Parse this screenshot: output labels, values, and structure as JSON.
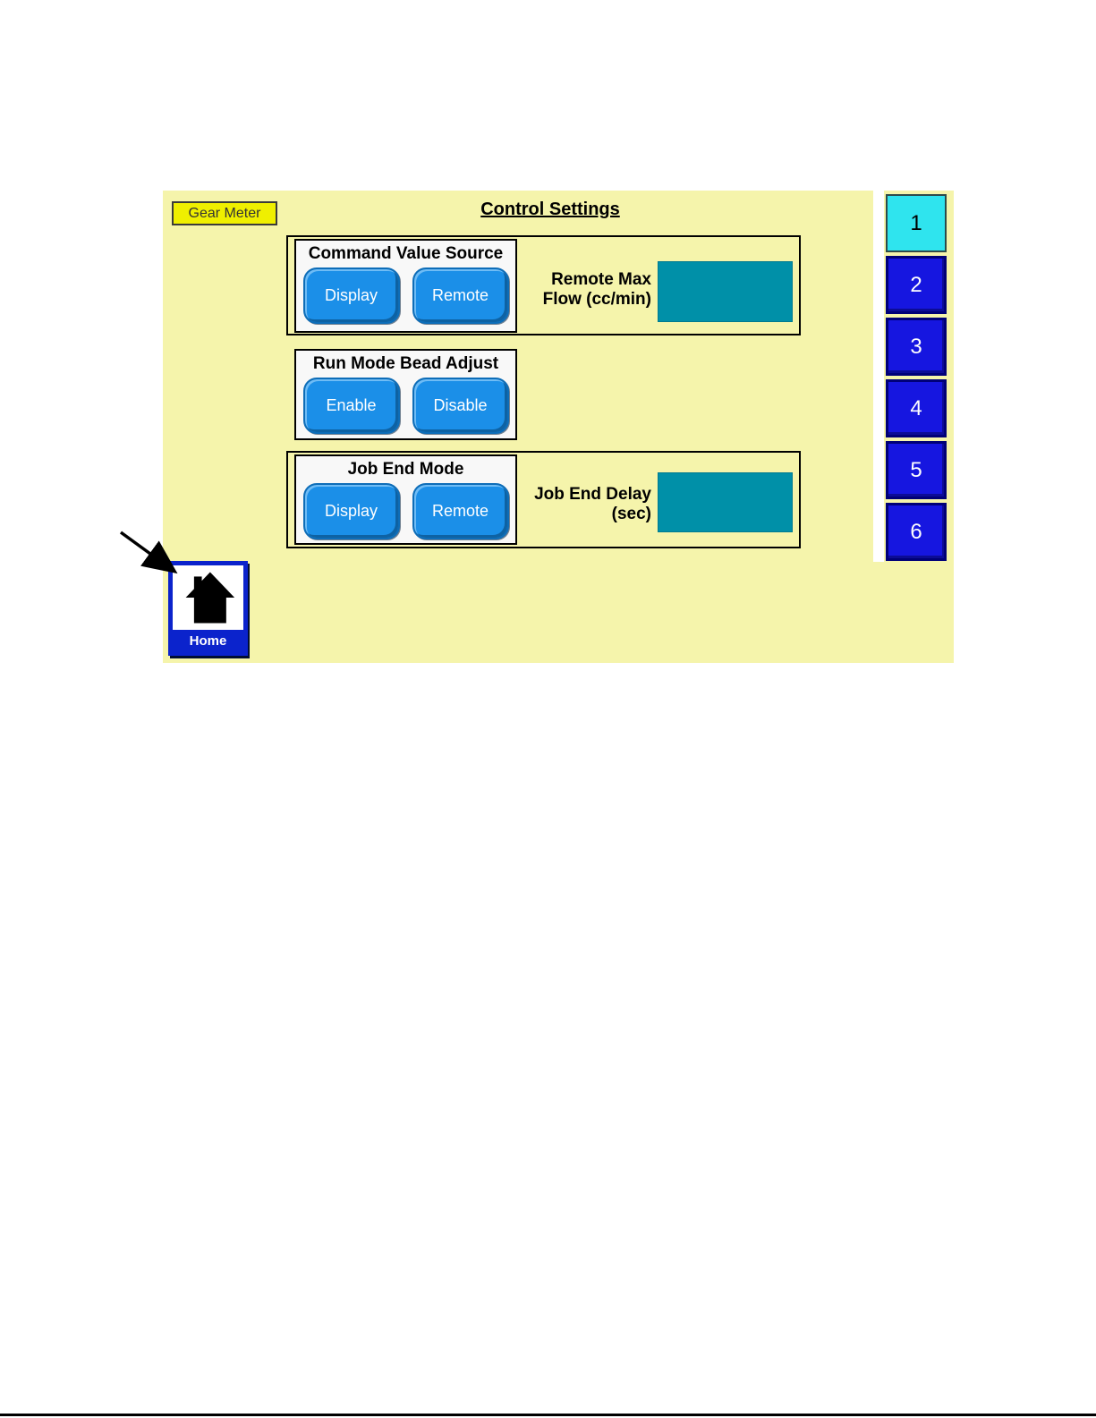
{
  "header": {
    "device_label": "Gear Meter",
    "title": "Control Settings"
  },
  "groups": [
    {
      "title": "Command Value Source",
      "buttons": [
        "Display",
        "Remote"
      ],
      "field": {
        "label_line1": "Remote Max",
        "label_line2": "Flow (cc/min)",
        "value": ""
      }
    },
    {
      "title": "Run Mode Bead Adjust",
      "buttons": [
        "Enable",
        "Disable"
      ]
    },
    {
      "title": "Job End Mode",
      "buttons": [
        "Display",
        "Remote"
      ],
      "field": {
        "label_line1": "Job End Delay",
        "label_line2": "(sec)",
        "value": ""
      }
    }
  ],
  "nav": {
    "pages": [
      {
        "label": "1",
        "active": true
      },
      {
        "label": "2",
        "active": false
      },
      {
        "label": "3",
        "active": false
      },
      {
        "label": "4",
        "active": false
      },
      {
        "label": "5",
        "active": false
      },
      {
        "label": "6",
        "active": false
      }
    ]
  },
  "home": {
    "label": "Home",
    "icon": "home-house-icon"
  },
  "colors": {
    "panel_yellow": "#f5f4ab",
    "device_label_yellow": "#efef00",
    "button_blue": "#1b8fe8",
    "field_teal": "#0090a8",
    "nav_blue": "#1616e0",
    "nav_active_cyan": "#2fe4ee",
    "home_blue": "#0b23cc"
  }
}
